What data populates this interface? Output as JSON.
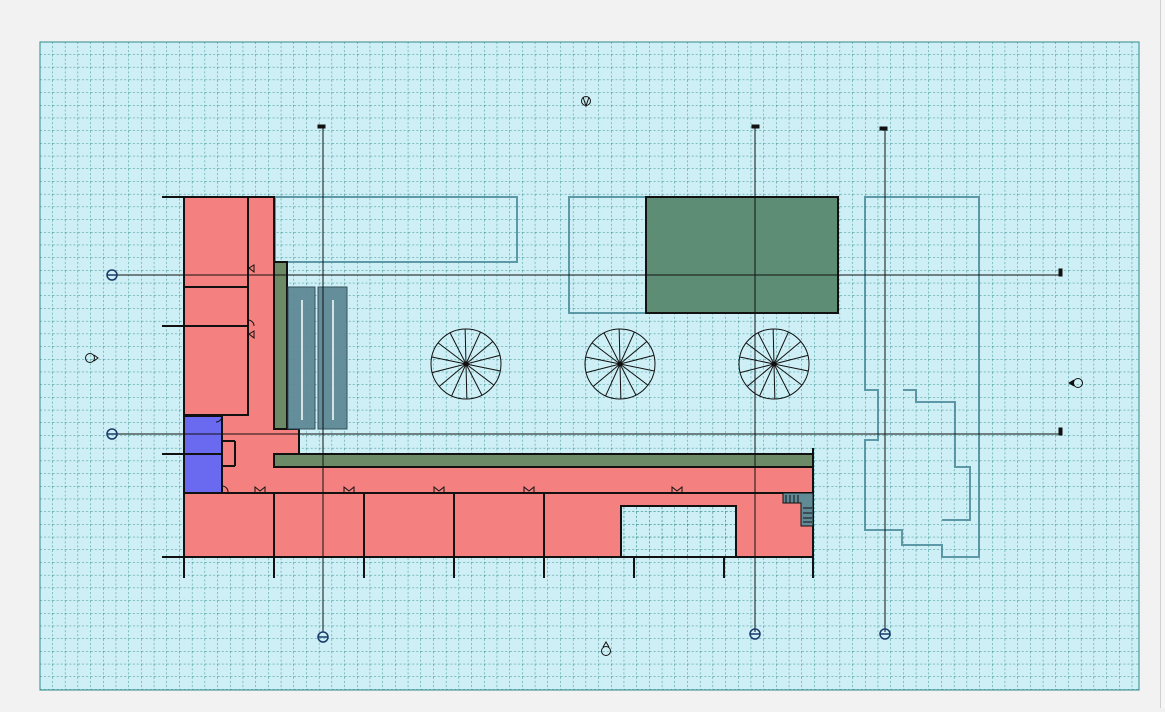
{
  "view": {
    "type": "floor-plan",
    "colors": {
      "window_background": "#f2f2f2",
      "canvas_background": "#cdeff5",
      "grid_line": "#2e8b8b",
      "room_fill": "#f58080",
      "stair_room_fill": "#6a6af0",
      "wall_fill": "#6d8a66",
      "bleacher_fill": "#5f8a96",
      "pad_fill": "#5e8d76",
      "outline": "#4a8a9a",
      "line": "#111111"
    },
    "elements": {
      "grid_lines": [
        "vertical",
        "vertical",
        "vertical",
        "horizontal",
        "horizontal"
      ],
      "trees": 3,
      "elevation_markers": 4
    }
  }
}
